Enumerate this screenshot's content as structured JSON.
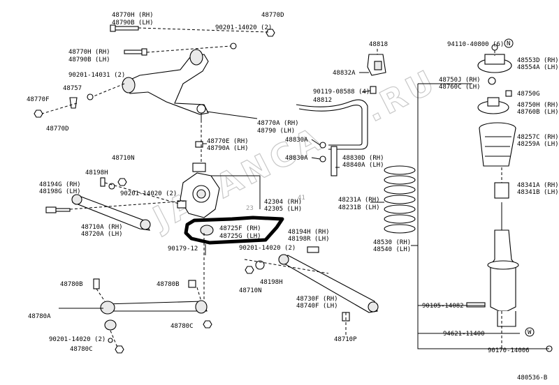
{
  "watermark": "JAPANCATS.RU",
  "diagram_code": "480536-B",
  "labels": {
    "l48770H_90B": [
      "48770H (RH)",
      "48790B (LH)"
    ],
    "l48770D_top": "48770D",
    "l90201_14020_2a": "90201-14020 (2)",
    "l48770H_90B_2": [
      "48770H (RH)",
      "48790B (LH)"
    ],
    "l90201_14031": "90201-14031 (2)",
    "l48757": "48757",
    "l48770F": "48770F",
    "l48770D_left": "48770D",
    "l48770A": [
      "48770A (RH)",
      "48790 (LH)"
    ],
    "l48770E": [
      "48770E (RH)",
      "48790A (LH)"
    ],
    "l48710N_a": "48710N",
    "l48198H_a": "48198H",
    "l48194G": [
      "48194G (RH)",
      "48198G (LH)"
    ],
    "l90201_14020_2b": "90201-14020 (2)",
    "l48710A": [
      "48710A (RH)",
      "48720A (LH)"
    ],
    "l42304": [
      "42304 (RH)",
      "42305 (LH)"
    ],
    "l48725F": [
      "48725F (RH)",
      "48725G (LH)"
    ],
    "l90179": "90179-12",
    "l90201_14020_2c": "90201-14020 (2)",
    "l48194H": [
      "48194H (RH)",
      "48198R (LH)"
    ],
    "l48198H_b": "48198H",
    "l48710N_b": "48710N",
    "l48730F": [
      "48730F (RH)",
      "48740F (LH)"
    ],
    "l48710P": "48710P",
    "l48780B_a": "48780B",
    "l48780B_b": "48780B",
    "l48780A": "48780A",
    "l48780C_a": "48780C",
    "l90201_14020_2d": "90201-14020 (2)",
    "l48780C_b": "48780C",
    "l48818": "48818",
    "l48832A": "48832A",
    "l90119_08588": "90119-08588 (4)",
    "l48812": "48812",
    "l48830A_a": "48830A",
    "l48830A_b": "48830A",
    "l48830D": [
      "48830D (RH)",
      "48840A (LH)"
    ],
    "l48231A": [
      "48231A (RH)",
      "48231B (LH)"
    ],
    "l48530": [
      "48530 (RH)",
      "48540 (LH)"
    ],
    "l94110_40800": "94110-40800 (6)",
    "l48553D": [
      "48553D (RH)",
      "48554A (LH)"
    ],
    "l48750J": [
      "48750J (RH)",
      "48760C (LH)"
    ],
    "l48750G": "48750G",
    "l48750H": [
      "48750H (RH)",
      "48760B (LH)"
    ],
    "l48257C": [
      "48257C (RH)",
      "48259A (LH)"
    ],
    "l48341A": [
      "48341A (RH)",
      "48341B (LH)"
    ],
    "l90105_14082": "90105-14082",
    "l94621_11400": "94621-11400",
    "l90170_14006": "90170-14006",
    "sym_N": "N",
    "sym_W": "W",
    "faint_23": "23",
    "faint_41": "41"
  }
}
